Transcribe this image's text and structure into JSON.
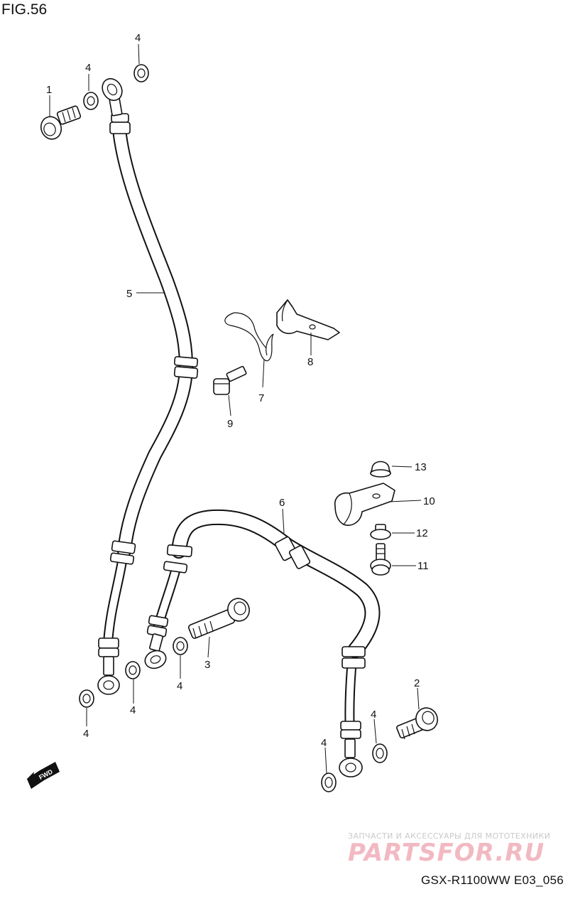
{
  "figure": {
    "title": "FIG.56",
    "model_code": "GSX-R1100WW  E03_056"
  },
  "watermark": {
    "line1": "ЗАПЧАСТИ И АКСЕССУАРЫ ДЛЯ МОТОТЕХНИКИ",
    "line2": "PARTSFOR.RU"
  },
  "fwd_label": "FWD",
  "callouts": {
    "c1": "1",
    "c2": "2",
    "c3": "3",
    "c4a": "4",
    "c4b": "4",
    "c4c": "4",
    "c4d": "4",
    "c4e": "4",
    "c4f": "4",
    "c4g": "4",
    "c5": "5",
    "c6": "6",
    "c7": "7",
    "c8": "8",
    "c9": "9",
    "c10": "10",
    "c11": "11",
    "c12": "12",
    "c13": "13"
  },
  "icons": {
    "fwd": "fwd-arrow-icon"
  }
}
